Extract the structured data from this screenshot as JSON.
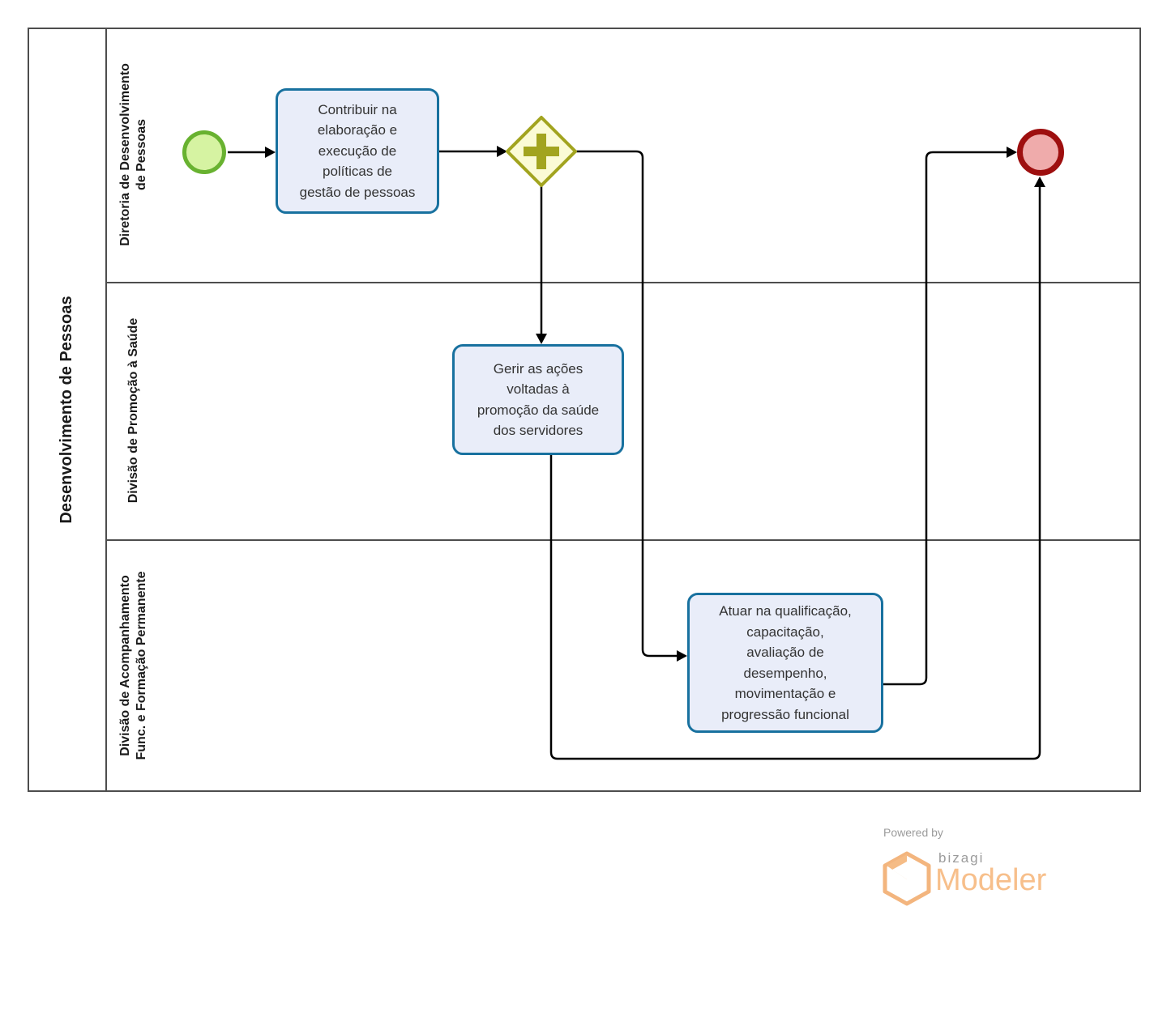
{
  "pool": {
    "title": "Desenvolvimento de Pessoas",
    "lanes": [
      {
        "label": "Diretoria de Desenvolvimento\nde Pessoas"
      },
      {
        "label": "Divisão de Promoção à Saúde"
      },
      {
        "label": "Divisão de Acompanhamento\nFunc. e Formação Permanente"
      }
    ]
  },
  "process": {
    "start_event": {
      "type": "start-event"
    },
    "tasks": [
      {
        "label": "Contribuir na\nelaboração e\nexecução de\npolíticas de\ngestão de pessoas"
      },
      {
        "label": "Gerir as ações\nvoltadas à\npromoção da saúde\ndos servidores"
      },
      {
        "label": "Atuar na qualificação,\ncapacitação,\navaliação de\ndesempenho,\nmovimentação e\nprogressão funcional"
      }
    ],
    "gateway": {
      "type": "parallel-gateway"
    },
    "end_event": {
      "type": "end-event"
    }
  },
  "colors": {
    "task_fill": "#E9EDF9",
    "task_border": "#18719F",
    "gateway_fill": "#FBFBD5",
    "gateway_border": "#A2A41F",
    "start_fill": "#D6F3A2",
    "start_border": "#68B230",
    "end_fill": "#EFABAB",
    "end_border": "#9E0F0F",
    "flow_line": "#000000",
    "lane_border": "#4D4D4D",
    "logo_orange": "#F7BF8B",
    "logo_gray": "#9B9B9B"
  },
  "footer": {
    "powered_by": "Powered by",
    "brand": "bizagi",
    "product": "Modeler"
  }
}
